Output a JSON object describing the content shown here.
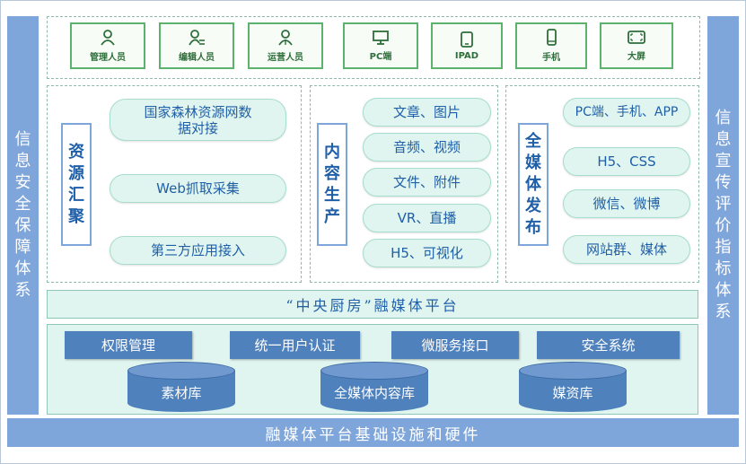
{
  "left_side": "信息安全保障体系",
  "right_side": "信息宣传评价指标体系",
  "users": [
    {
      "label": "管理人员",
      "icon": "user-icon"
    },
    {
      "label": "编辑人员",
      "icon": "user-edit-icon"
    },
    {
      "label": "运营人员",
      "icon": "user-group-icon"
    },
    {
      "label": "PC端",
      "icon": "monitor-icon"
    },
    {
      "label": "IPAD",
      "icon": "tablet-icon"
    },
    {
      "label": "手机",
      "icon": "phone-icon"
    },
    {
      "label": "大屏",
      "icon": "screen-icon"
    }
  ],
  "resource": {
    "title": "资源汇聚",
    "items": [
      "国家森林资源网数据对接",
      "Web抓取采集",
      "第三方应用接入"
    ]
  },
  "content": {
    "title": "内容生产",
    "items": [
      "文章、图片",
      "音频、视频",
      "文件、附件",
      "VR、直播",
      "H5、可视化"
    ]
  },
  "publish": {
    "title": "全媒体发布",
    "items": [
      "PC端、手机、APP",
      "H5、CSS",
      "微信、微博",
      "网站群、媒体"
    ]
  },
  "platform": "“中央厨房”融媒体平台",
  "services": [
    "权限管理",
    "统一用户认证",
    "微服务接口",
    "安全系统"
  ],
  "databases": [
    "素材库",
    "全媒体内容库",
    "媒资库"
  ],
  "base": "融媒体平台基础设施和硬件",
  "colors": {
    "side": "#7fa6da",
    "green": "#5cb36d",
    "pill": "#e0f5ef",
    "blue": "#4f81bd",
    "text": "#1f5fa8"
  }
}
